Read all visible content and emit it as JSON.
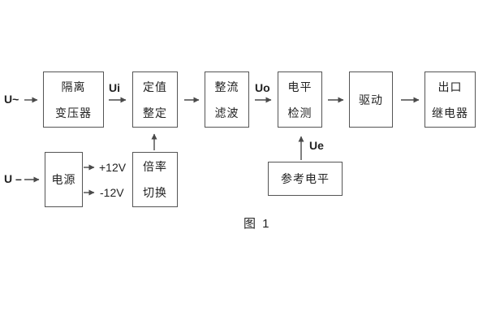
{
  "diagram": {
    "caption": "图 1",
    "boxes": {
      "isolation_transformer": "隔离\n变压器",
      "setting_adjust": "定值\n整定",
      "rectifier_filter": "整流\n滤波",
      "level_detect": "电平\n检测",
      "drive": "驱动",
      "output_relay": "出口\n继电器",
      "power_supply": "电源",
      "ratio_switch": "倍率\n切换",
      "reference_level": "参考电平"
    },
    "labels": {
      "input_ac": "U~",
      "input_dc": "U –",
      "ui": "Ui",
      "uo": "Uo",
      "ue": "Ue",
      "plus_12v": "+12V",
      "minus_12v": "-12V"
    },
    "colors": {
      "line": "#4a4a4a",
      "text": "#222222",
      "background": "#ffffff"
    }
  }
}
